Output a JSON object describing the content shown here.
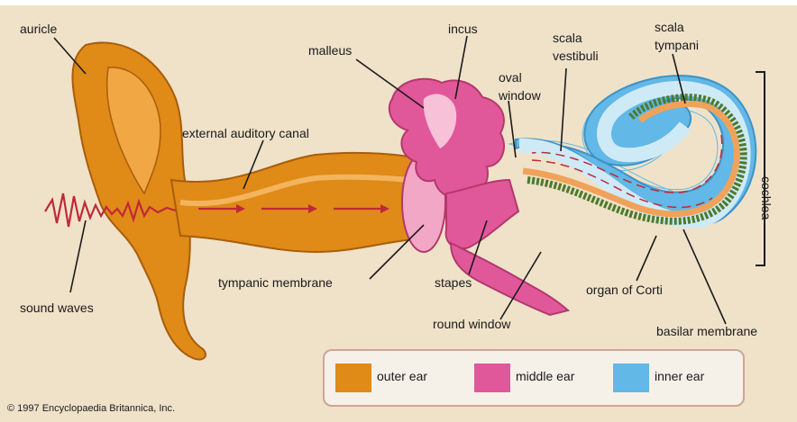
{
  "labels": {
    "auricle": "auricle",
    "malleus": "malleus",
    "incus": "incus",
    "scala_vestibuli": [
      "scala",
      "vestibuli"
    ],
    "scala_tympani": [
      "scala",
      "tympani"
    ],
    "oval_window": [
      "oval",
      "window"
    ],
    "external_auditory_canal": "external auditory canal",
    "cochlea": "cochlea",
    "tympanic_membrane": "tympanic membrane",
    "stapes": "stapes",
    "sound_waves": "sound waves",
    "round_window": "round window",
    "organ_of_corti": "organ of Corti",
    "basilar_membrane": "basilar membrane"
  },
  "legend": {
    "items": [
      {
        "label": "outer ear",
        "color": "#e08a17"
      },
      {
        "label": "middle ear",
        "color": "#e0589a"
      },
      {
        "label": "inner ear",
        "color": "#62b8e6"
      }
    ]
  },
  "credit": "© 1997 Encyclopaedia Britannica, Inc.",
  "colors": {
    "background": "#efe2c9",
    "outer_ear": "#e08a17",
    "middle_ear": "#e0589a",
    "inner_ear": "#62b8e6",
    "arrows": "#c0283a"
  }
}
